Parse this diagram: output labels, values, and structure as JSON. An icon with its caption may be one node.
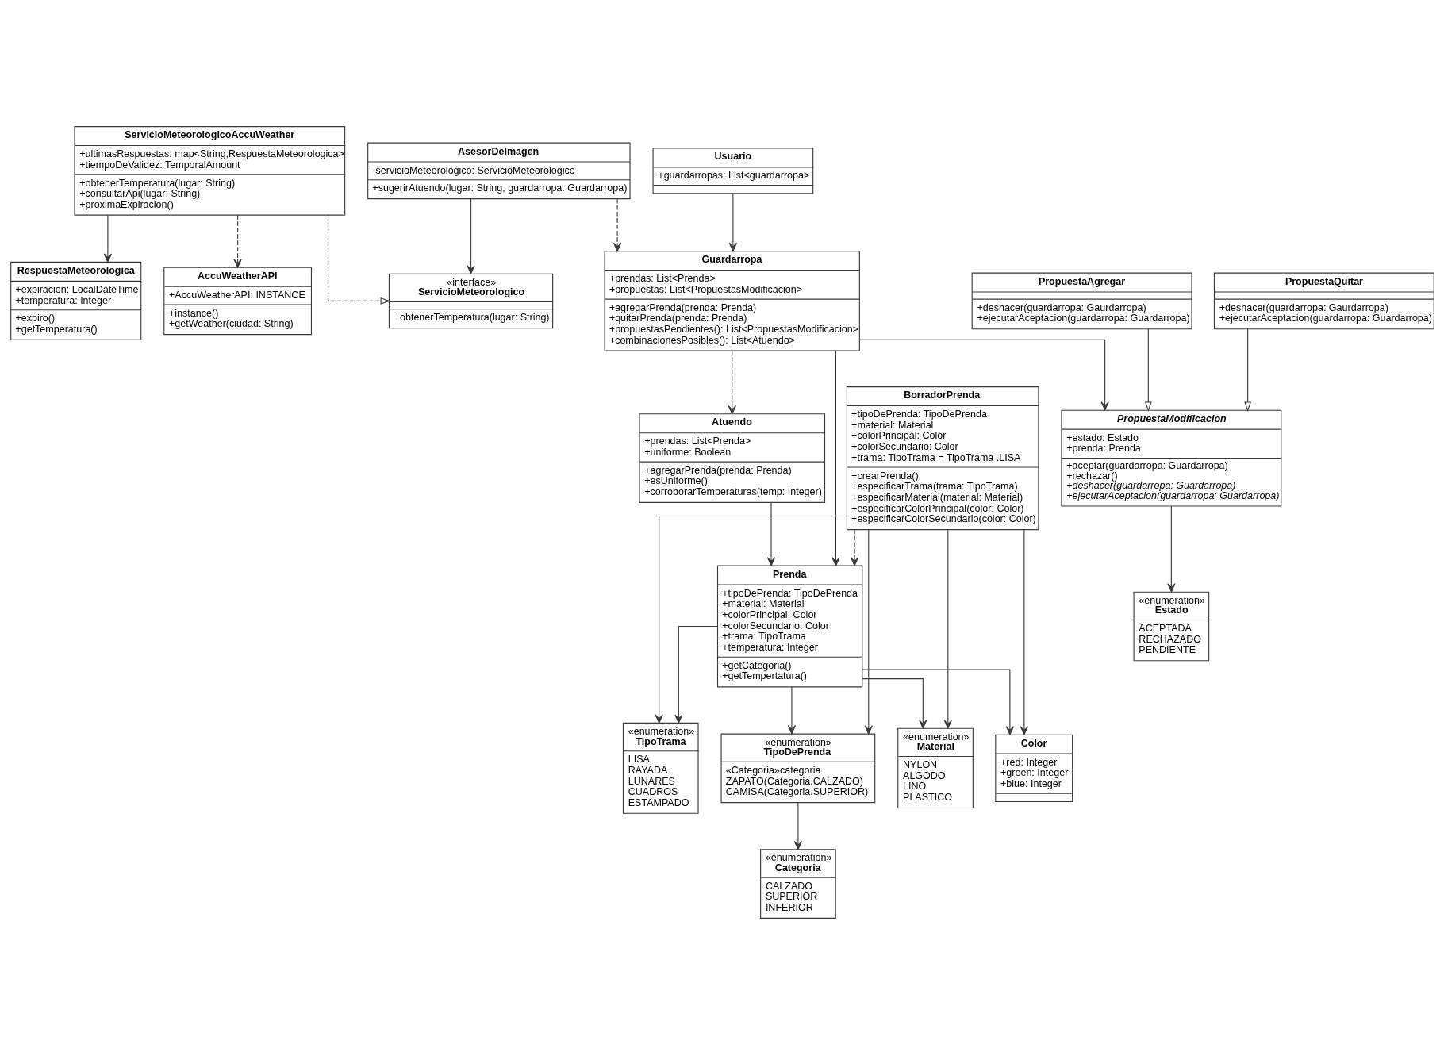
{
  "diagram": {
    "nodes": [
      {
        "text": [
          "RespuestaMeteorologica",
          "+expiracion: LocalDateTime",
          "+temperatura: Integer",
          "+expiro()",
          "+getTemperatura()"
        ]
      },
      {
        "text": [
          "AccuWeatherAPI",
          "+AccuWeatherAPI: INSTANCE",
          "+instance()",
          "+getWeather(ciudad: String)"
        ]
      },
      {
        "text": [
          "ServicioMeteorologicoAccuWeather",
          "+ultimasRespuestas: map<String;RespuestaMeteorologica>",
          "+tiempoDeValidez: TemporalAmount",
          "+obtenerTemperatura(lugar: String)",
          "+consultarApi(lugar: String)",
          "+proximaExpiracion()"
        ]
      },
      {
        "text": [
          "«interface»",
          "ServicioMeteorologico",
          "+obtenerTemperatura(lugar: String)"
        ]
      },
      {
        "text": [
          "AsesorDeImagen",
          "-servicioMeteorologico: ServicioMeteorologico",
          "+sugerirAtuendo(lugar: String, guardarropa: Guardarropa)"
        ]
      },
      {
        "text": [
          "Atuendo",
          "+prendas: List<Prenda>",
          "+uniforme: Boolean",
          "+agregarPrenda(prenda: Prenda)",
          "+esUniforme()",
          "+corroborarTemperaturas(temp: Integer)"
        ]
      },
      {
        "text": [
          "BorradorPrenda",
          "+tipoDePrenda: TipoDePrenda",
          "+material: Material",
          "+colorPrincipal: Color",
          "+colorSecundario: Color",
          "+trama: TipoTrama = TipoTrama .LISA",
          "+crearPrenda()",
          "+especificarTrama(trama: TipoTrama)",
          "+especificarMaterial(material: Material)",
          "+especificarColorPrincipal(color: Color)",
          "+especificarColorSecundario(color: Color)"
        ]
      },
      {
        "text": [
          "Usuario",
          "+guardarropas: List<guardarropa>"
        ]
      },
      {
        "text": [
          "Guardarropa",
          "+prendas: List<Prenda>",
          "+propuestas: List<PropuestasModificacion>",
          "+agregarPrenda(prenda: Prenda)",
          "+quitarPrenda(prenda: Prenda)",
          "+propuestasPendientes(): List<PropuestasModificacion>",
          "+combinacionesPosibles(): List<Atuendo>"
        ]
      },
      {
        "text": [
          "«enumeration»",
          "Material",
          "NYLON",
          "ALGODO",
          "LINO",
          "PLASTICO"
        ]
      },
      {
        "text": [
          "Prenda",
          "+tipoDePrenda: TipoDePrenda",
          "+material: Material",
          "+colorPrincipal: Color",
          "+colorSecundario: Color",
          "+trama: TipoTrama",
          "+temperatura: Integer",
          "+getCategoria()",
          "+getTempertatura()"
        ]
      },
      {
        "text": [
          "Color",
          "+red: Integer",
          "+green: Integer",
          "+blue: Integer"
        ]
      },
      {
        "text": [
          "«enumeration»",
          "TipoTrama",
          "LISA",
          "RAYADA",
          "LUNARES",
          "CUADROS",
          "ESTAMPADO"
        ]
      },
      {
        "text": [
          "PropuestaModificacion",
          "+estado: Estado",
          "+prenda: Prenda",
          "+aceptar(guardarropa: Guardarropa)",
          "+rechazar()",
          "+deshacer(guardarropa: Guardarropa)",
          "+ejecutarAceptacion(guardarropa: Guardarropa)"
        ]
      },
      {
        "text": [
          "«enumeration»",
          "Estado",
          "ACEPTADA",
          "RECHAZADO",
          "PENDIENTE"
        ]
      },
      {
        "text": [
          "«enumeration»",
          "TipoDePrenda",
          "«Categoria»categoria",
          "ZAPATO(Categoria.CALZADO)",
          "CAMISA(Categoria.SUPERIOR)"
        ]
      },
      {
        "text": [
          "PropuestaAgregar",
          "+deshacer(guardarropa: Gaurdarropa)",
          "+ejecutarAceptacion(guardarropa: Guardarropa)"
        ]
      },
      {
        "text": [
          "PropuestaQuitar",
          "+deshacer(guardarropa: Gaurdarropa)",
          "+ejecutarAceptacion(guardarropa: Guardarropa)"
        ]
      },
      {
        "text": [
          "«enumeration»",
          "Categoria",
          "CALZADO",
          "SUPERIOR",
          "INFERIOR"
        ]
      }
    ],
    "edges": [
      {
        "from": 2,
        "to": 0,
        "arrow": "to"
      },
      {
        "from": 2,
        "to": 1,
        "arrow": "to",
        "style": "dashed"
      },
      {
        "from": 2,
        "to": 3,
        "arrow": "to",
        "style": "dashed"
      },
      {
        "from": 4,
        "to": 3,
        "arrow": "to"
      },
      {
        "from": 4,
        "to": 8,
        "arrow": "to",
        "style": "dashed"
      },
      {
        "from": 8,
        "to": 5,
        "arrow": "to",
        "style": "dashed"
      },
      {
        "from": 7,
        "to": 8,
        "arrow": "to"
      },
      {
        "from": 8,
        "to": 10,
        "arrow": "to"
      },
      {
        "from": 8,
        "to": 13,
        "arrow": "to"
      },
      {
        "from": 5,
        "to": 10,
        "arrow": "to"
      },
      {
        "from": 6,
        "to": 10,
        "arrow": "to",
        "style": "dashed"
      },
      {
        "from": 6,
        "to": 9,
        "arrow": "to"
      },
      {
        "from": 10,
        "to": 9,
        "arrow": "to"
      },
      {
        "from": 10,
        "to": 11,
        "arrow": "to"
      },
      {
        "from": 6,
        "to": 11,
        "arrow": "to"
      },
      {
        "from": 10,
        "to": 12,
        "arrow": "to"
      },
      {
        "from": 6,
        "to": 12,
        "arrow": "to"
      },
      {
        "from": 10,
        "to": 15,
        "arrow": "to"
      },
      {
        "from": 6,
        "to": 15,
        "arrow": "to"
      },
      {
        "from": 13,
        "to": 14,
        "arrow": "to"
      },
      {
        "from": 16,
        "to": 13,
        "arrow": "to"
      },
      {
        "from": 17,
        "to": 13,
        "arrow": "to"
      },
      {
        "from": 15,
        "to": 18,
        "arrow": "to"
      }
    ]
  }
}
